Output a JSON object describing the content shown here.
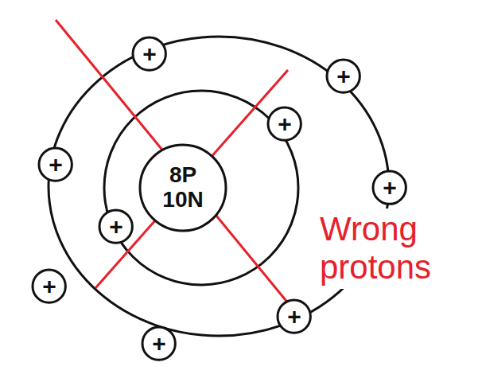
{
  "diagram": {
    "nodes": [
      {
        "text": [
          "8P 10N"
        ]
      },
      {
        "text": [
          "+"
        ]
      },
      {
        "text": [
          "+"
        ]
      },
      {
        "text": [
          "+"
        ]
      },
      {
        "text": [
          "+"
        ]
      },
      {
        "text": [
          "+"
        ]
      },
      {
        "text": [
          "+"
        ]
      },
      {
        "text": [
          "+"
        ]
      },
      {
        "text": [
          "+"
        ]
      },
      {
        "text": [
          "+"
        ]
      }
    ],
    "labels": [
      "Wrong protons"
    ]
  }
}
